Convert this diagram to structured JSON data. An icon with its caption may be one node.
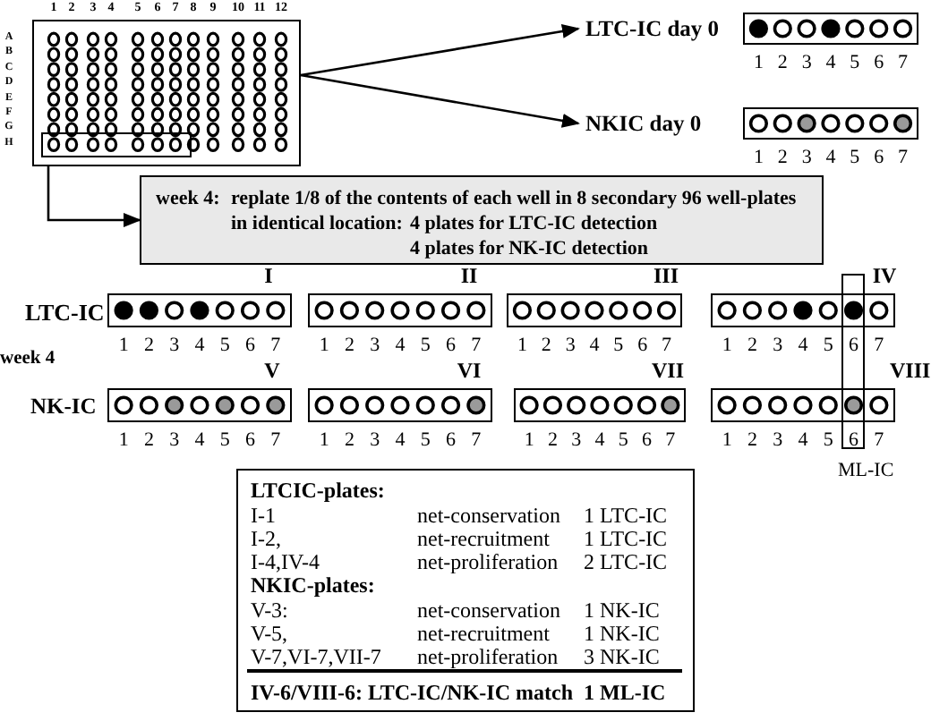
{
  "diagram": {
    "nodes": [
      {
        "text": [],
        "shape": "box",
        "beside": [
          "1",
          "2",
          "3",
          "4",
          "5",
          "6",
          "7",
          "8",
          "9",
          "10",
          "11",
          "12",
          "A",
          "B",
          "C",
          "D",
          "E",
          "F",
          "G",
          "H"
        ]
      },
      {
        "text": [
          "LTC-IC day 0"
        ]
      },
      {
        "text": [],
        "shape": "box",
        "beside": [
          "1",
          "2",
          "3",
          "4",
          "5",
          "6",
          "7"
        ]
      },
      {
        "text": [
          "NKIC day 0"
        ]
      },
      {
        "text": [],
        "shape": "box",
        "beside": [
          "1",
          "2",
          "3",
          "4",
          "5",
          "6",
          "7"
        ]
      },
      {
        "text": [
          "week 4:",
          "replate 1/8 of the contents of each well in 8 secondary 96 well-plates",
          "in identical location:",
          "4 plates for LTC-IC detection",
          "4 plates for NK-IC detection"
        ]
      },
      {
        "text": [],
        "shape": "box",
        "beside": [
          "I",
          "1",
          "2",
          "3",
          "4",
          "5",
          "6",
          "7"
        ]
      },
      {
        "text": [],
        "shape": "box",
        "beside": [
          "II",
          "1",
          "2",
          "3",
          "4",
          "5",
          "6",
          "7"
        ]
      },
      {
        "text": [],
        "shape": "box",
        "beside": [
          "III",
          "1",
          "2",
          "3",
          "4",
          "5",
          "6",
          "7"
        ]
      },
      {
        "text": [],
        "shape": "box",
        "beside": [
          "IV",
          "1",
          "2",
          "3",
          "4",
          "5",
          "6",
          "7"
        ]
      },
      {
        "text": [],
        "shape": "box",
        "beside": [
          "V",
          "1",
          "2",
          "3",
          "4",
          "5",
          "6",
          "7"
        ]
      },
      {
        "text": [],
        "shape": "box",
        "beside": [
          "VI",
          "1",
          "2",
          "3",
          "4",
          "5",
          "6",
          "7"
        ]
      },
      {
        "text": [],
        "shape": "box",
        "beside": [
          "VII",
          "1",
          "2",
          "3",
          "4",
          "5",
          "6",
          "7"
        ]
      },
      {
        "text": [],
        "shape": "box",
        "beside": [
          "VIII",
          "1",
          "2",
          "3",
          "4",
          "5",
          "6",
          "7"
        ]
      },
      {
        "text": [
          "ML-IC"
        ]
      },
      {
        "text": [
          "LTCIC-plates:",
          "I-1",
          "net-conservation",
          "1 LTC-IC",
          "I-2,",
          "net-recruitment",
          "1 LTC-IC",
          "I-4,IV-4",
          "net-proliferation",
          "2 LTC-IC",
          "NKIC-plates:",
          "V-3:",
          "net-conservation",
          "1 NK-IC",
          "V-5,",
          "net-recruitment",
          "1 NK-IC",
          "V-7,VI-7,VII-7",
          "net-proliferation",
          "3 NK-IC",
          "IV-6/VIII-6: LTC-IC/NK-IC match",
          "1 ML-IC"
        ]
      }
    ],
    "edges": [
      {
        "from": 0,
        "to": 1,
        "arrow": "to"
      },
      {
        "from": 0,
        "to": 3,
        "arrow": "to"
      },
      {
        "from": 0,
        "to": 5,
        "arrow": "to"
      }
    ],
    "labels": [
      "LTC-IC",
      "week 4",
      "NK-IC"
    ]
  }
}
